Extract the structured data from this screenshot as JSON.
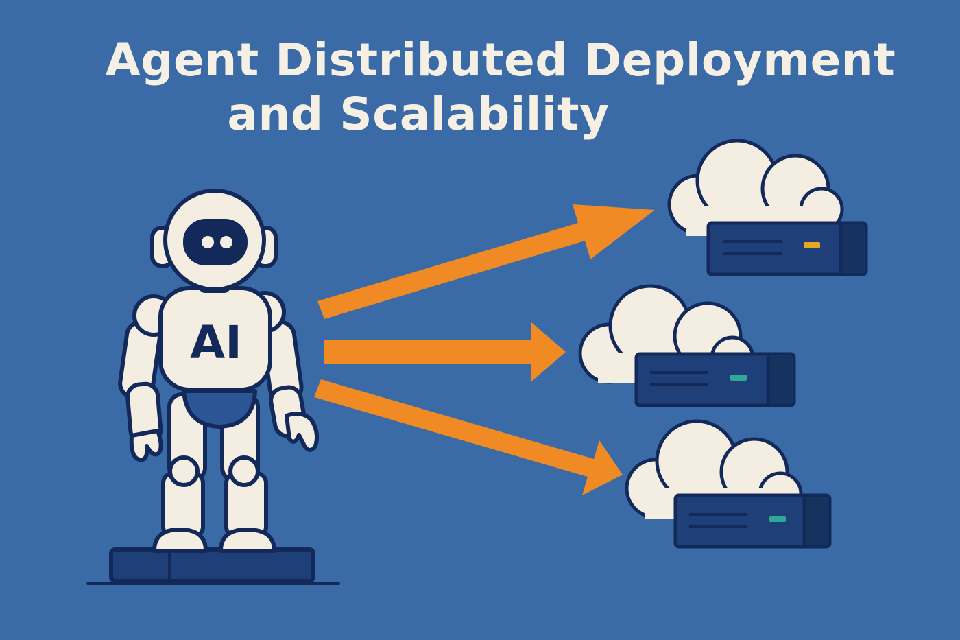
{
  "title": {
    "line1": "Agent Distributed Deployment",
    "line2": "and Scalability"
  },
  "robot": {
    "chest_label": "AI"
  },
  "colors": {
    "background": "#3A6BA6",
    "title_text": "#F6F0E4",
    "outline": "#13295A",
    "robot_body": "#F4EEE2",
    "server_body": "#1E3F77",
    "arrow": "#F08A24",
    "led_amber": "#E8A623",
    "led_teal": "#2FA89A"
  },
  "targets": [
    {
      "icon": "cloud-server-icon",
      "led": "amber"
    },
    {
      "icon": "cloud-server-icon",
      "led": "teal"
    },
    {
      "icon": "cloud-server-icon",
      "led": "teal"
    }
  ]
}
